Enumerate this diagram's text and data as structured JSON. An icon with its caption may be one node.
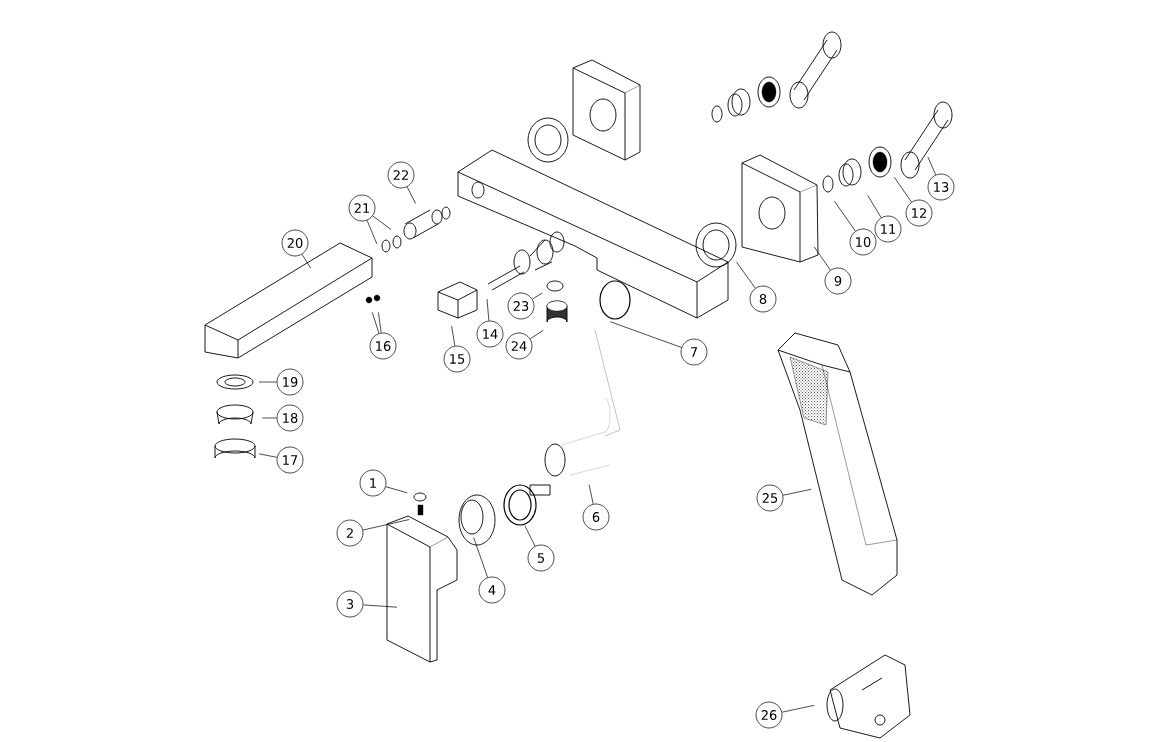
{
  "diagram": {
    "nodes": [
      {
        "text": [
          "1"
        ]
      },
      {
        "text": [
          "2"
        ]
      },
      {
        "text": [
          "3"
        ]
      },
      {
        "text": [
          "4"
        ]
      },
      {
        "text": [
          "5"
        ]
      },
      {
        "text": [
          "6"
        ]
      },
      {
        "text": [
          "7"
        ]
      },
      {
        "text": [
          "8"
        ]
      },
      {
        "text": [
          "9"
        ]
      },
      {
        "text": [
          "10"
        ]
      },
      {
        "text": [
          "11"
        ]
      },
      {
        "text": [
          "12"
        ]
      },
      {
        "text": [
          "13"
        ]
      },
      {
        "text": [
          "14"
        ]
      },
      {
        "text": [
          "15"
        ]
      },
      {
        "text": [
          "16"
        ]
      },
      {
        "text": [
          "17"
        ]
      },
      {
        "text": [
          "18"
        ]
      },
      {
        "text": [
          "19"
        ]
      },
      {
        "text": [
          "20"
        ]
      },
      {
        "text": [
          "21"
        ]
      },
      {
        "text": [
          "22"
        ]
      },
      {
        "text": [
          "23"
        ]
      },
      {
        "text": [
          "24"
        ]
      },
      {
        "text": [
          "25"
        ]
      },
      {
        "text": [
          "26"
        ]
      }
    ],
    "edges": [
      {
        "from": 0,
        "to": null,
        "arrow": "none"
      },
      {
        "from": 1,
        "to": null,
        "arrow": "none"
      },
      {
        "from": 2,
        "to": null,
        "arrow": "none"
      },
      {
        "from": 3,
        "to": null,
        "arrow": "none"
      },
      {
        "from": 4,
        "to": null,
        "arrow": "none"
      },
      {
        "from": 5,
        "to": null,
        "arrow": "none"
      },
      {
        "from": 6,
        "to": null,
        "arrow": "none"
      },
      {
        "from": 7,
        "to": null,
        "arrow": "none"
      },
      {
        "from": 8,
        "to": null,
        "arrow": "none"
      },
      {
        "from": 9,
        "to": null,
        "arrow": "none"
      },
      {
        "from": 10,
        "to": null,
        "arrow": "none"
      },
      {
        "from": 11,
        "to": null,
        "arrow": "none"
      },
      {
        "from": 12,
        "to": null,
        "arrow": "none"
      },
      {
        "from": 13,
        "to": null,
        "arrow": "none"
      },
      {
        "from": 14,
        "to": null,
        "arrow": "none"
      },
      {
        "from": 15,
        "to": null,
        "arrow": "none"
      },
      {
        "from": 15,
        "to": null,
        "arrow": "none"
      },
      {
        "from": 16,
        "to": null,
        "arrow": "none"
      },
      {
        "from": 17,
        "to": null,
        "arrow": "none"
      },
      {
        "from": 18,
        "to": null,
        "arrow": "none"
      },
      {
        "from": 19,
        "to": null,
        "arrow": "none"
      },
      {
        "from": 20,
        "to": null,
        "arrow": "none"
      },
      {
        "from": 20,
        "to": null,
        "arrow": "none"
      },
      {
        "from": 21,
        "to": null,
        "arrow": "none"
      },
      {
        "from": 22,
        "to": null,
        "arrow": "none"
      },
      {
        "from": 23,
        "to": null,
        "arrow": "none"
      },
      {
        "from": 24,
        "to": null,
        "arrow": "none"
      },
      {
        "from": 25,
        "to": null,
        "arrow": "none"
      }
    ]
  }
}
